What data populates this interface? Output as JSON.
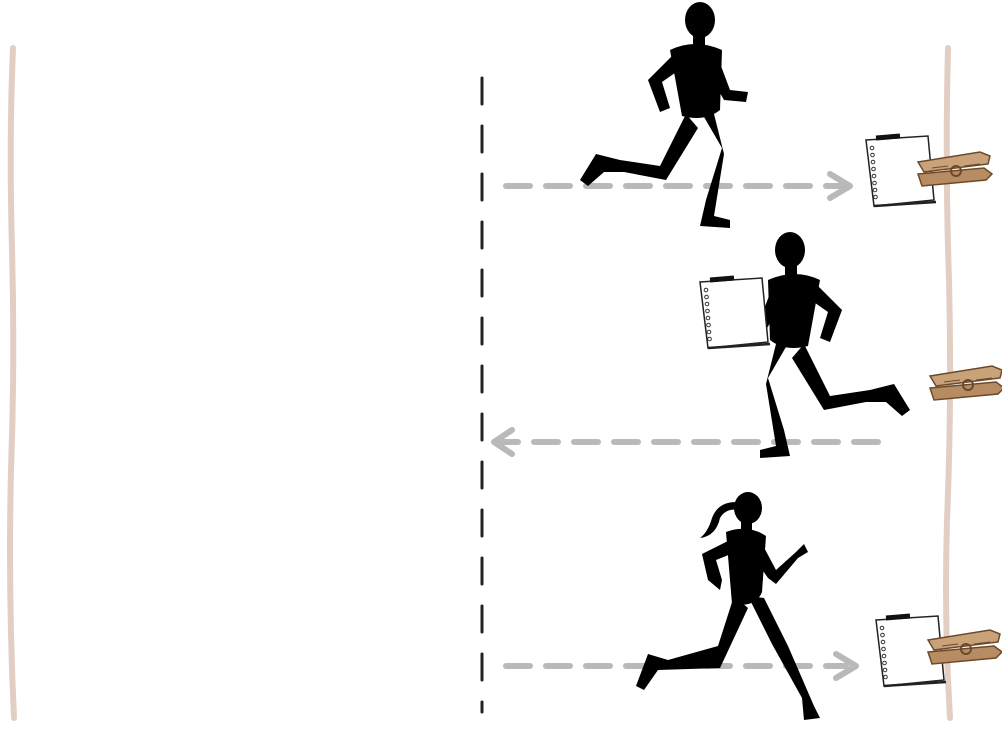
{
  "colors": {
    "background": "#ffffff",
    "wall": "#e2cfc3",
    "center_line": "#222222",
    "arrow": "#b9b9b9",
    "runner": "#000000",
    "paper": "#ffffff",
    "paper_outline": "#222222",
    "clothespin": "#c9a27a",
    "clothespin_outline": "#6b4a2b"
  },
  "scene": {
    "elements": [
      "left-wall",
      "right-wall",
      "center-dashed-line",
      "runner-top",
      "runner-middle",
      "runner-bottom",
      "arrow-right-top",
      "arrow-left-middle",
      "arrow-right-bottom",
      "note-carried",
      "note-pinned-top",
      "note-pinned-bottom",
      "clothespin-top",
      "clothespin-middle",
      "clothespin-bottom"
    ],
    "runners": [
      {
        "id": "runner-top",
        "figure": "man",
        "direction": "right",
        "carrying_note": false
      },
      {
        "id": "runner-middle",
        "figure": "man",
        "direction": "left",
        "carrying_note": true
      },
      {
        "id": "runner-bottom",
        "figure": "woman",
        "direction": "right",
        "carrying_note": false
      }
    ],
    "arrows": [
      {
        "id": "arrow-right-top",
        "direction": "right"
      },
      {
        "id": "arrow-left-middle",
        "direction": "left"
      },
      {
        "id": "arrow-right-bottom",
        "direction": "right"
      }
    ],
    "clothespins": [
      {
        "id": "clothespin-top",
        "holds_note": true
      },
      {
        "id": "clothespin-middle",
        "holds_note": false
      },
      {
        "id": "clothespin-bottom",
        "holds_note": true
      }
    ]
  }
}
